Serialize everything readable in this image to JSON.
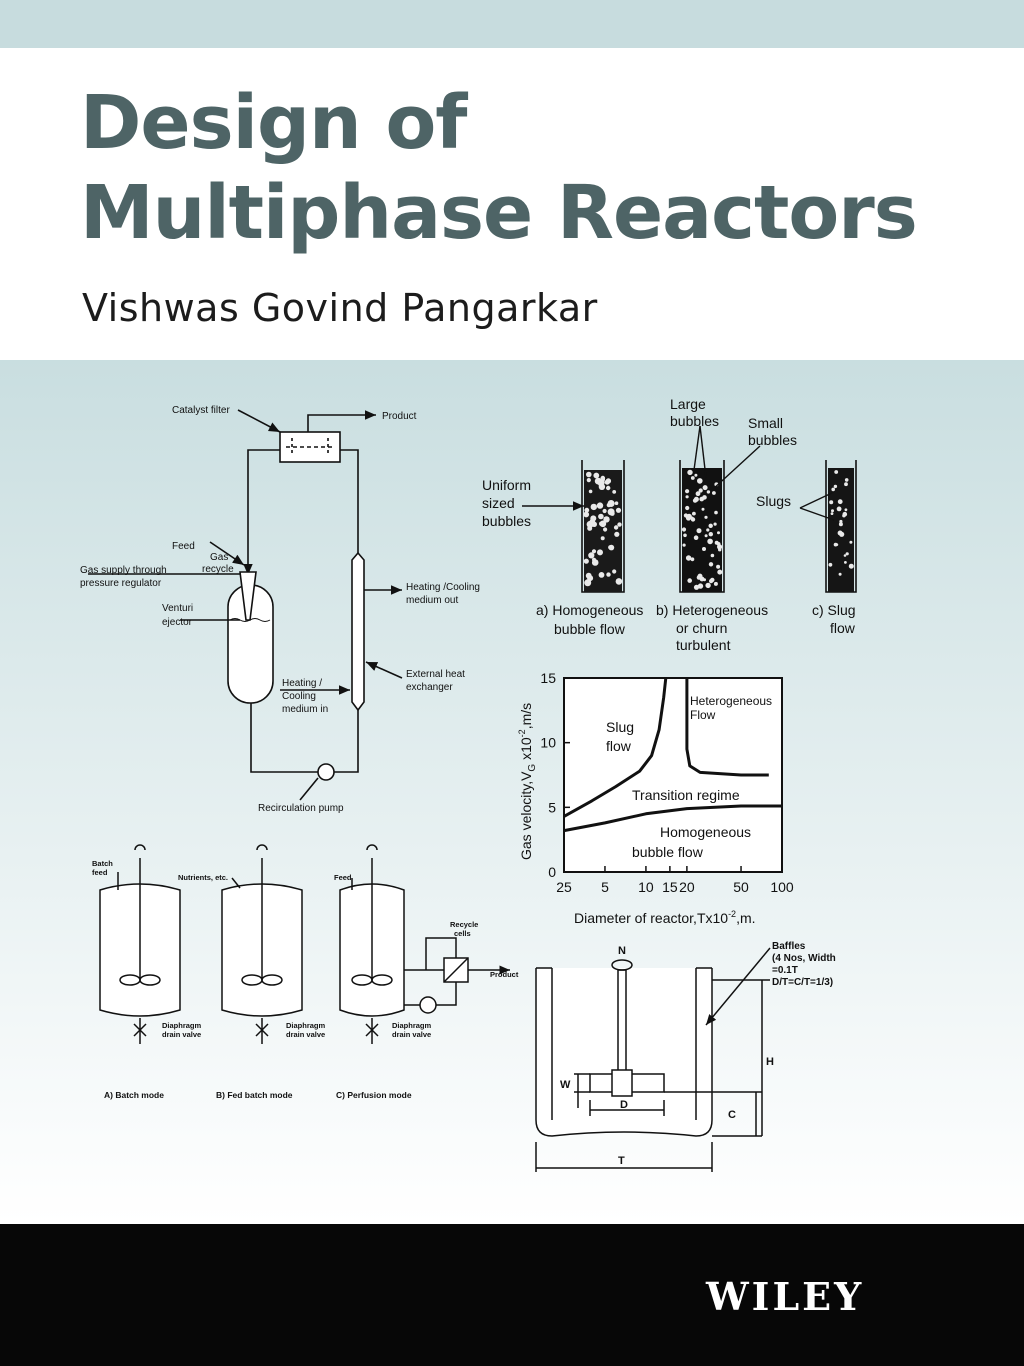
{
  "colors": {
    "band_top": "#c7dcde",
    "title_text": "#4e6466",
    "art_gradient_top": "#c9dee0",
    "art_gradient_bottom": "#ffffff",
    "bottom_band": "#070707"
  },
  "cover": {
    "title_line1": "Design of",
    "title_line2": "Multiphase Reactors",
    "author": "Vishwas Govind Pangarkar",
    "publisher": "WILEY"
  },
  "loop_reactor": {
    "catalyst_filter": "Catalyst filter",
    "product": "Product",
    "feed": "Feed",
    "gas_recycle_1": "Gas",
    "gas_recycle_2": "recycle",
    "gas_supply_1": "Gas supply through",
    "gas_supply_2": "pressure regulator",
    "venturi_1": "Venturi",
    "venturi_2": "ejector",
    "heating_out_1": "Heating /Cooling",
    "heating_out_2": "medium out",
    "heating_in_1": "Heating /",
    "heating_in_2": "Cooling",
    "heating_in_3": "medium in",
    "exchanger_1": "External heat",
    "exchanger_2": "exchanger",
    "pump": "Recirculation pump"
  },
  "flow_regimes": {
    "large_1": "Large",
    "large_2": "bubbles",
    "small_1": "Small",
    "small_2": "bubbles",
    "uniform_1": "Uniform",
    "uniform_2": "sized",
    "uniform_3": "bubbles",
    "slugs": "Slugs",
    "cap_a_1": "a) Homogeneous",
    "cap_a_2": "bubble flow",
    "cap_b_1": "b) Heterogeneous",
    "cap_b_2": "or churn",
    "cap_b_3": "turbulent",
    "cap_c_1": "c) Slug",
    "cap_c_2": "flow"
  },
  "chart_data": {
    "type": "line",
    "title": "",
    "xlabel": "Diameter of reactor,Tx10",
    "xlabel_exp": "-2",
    "xlabel_unit": ",m.",
    "ylabel": "Gas velocity,V",
    "ylabel_sub": "G",
    "ylabel_rest": " x10",
    "ylabel_exp": "-2",
    "ylabel_unit": ",m/s",
    "x_scale": "log",
    "xlim": [
      2.5,
      100
    ],
    "ylim": [
      0,
      15
    ],
    "x_ticks": [
      2.5,
      5,
      10,
      15,
      20,
      50,
      100
    ],
    "x_tick_labels": [
      "25",
      "5",
      "10",
      "15",
      "20",
      "50",
      "100"
    ],
    "y_ticks": [
      0,
      5,
      10,
      15
    ],
    "regions": [
      "Slug flow",
      "Heterogeneous Flow",
      "Transition regime",
      "Homogeneous bubble flow"
    ],
    "region_labels": {
      "slug_1": "Slug",
      "slug_2": "flow",
      "het_1": "Heterogeneous",
      "het_2": "Flow",
      "transition": "Transition regime",
      "homo_1": "Homogeneous",
      "homo_2": "bubble flow"
    },
    "series": [
      {
        "values": [
          [
            2.5,
            4.3
          ],
          [
            4,
            5.5
          ],
          [
            6,
            6.6
          ],
          [
            9,
            7.8
          ],
          [
            11,
            9
          ],
          [
            12.5,
            11
          ],
          [
            13.5,
            13.5
          ],
          [
            14,
            15
          ]
        ]
      },
      {
        "values": [
          [
            20,
            15
          ],
          [
            20,
            9.5
          ],
          [
            21,
            8.2
          ],
          [
            25,
            7.7
          ],
          [
            50,
            7.5
          ],
          [
            80,
            7.5
          ]
        ]
      },
      {
        "values": [
          [
            2.5,
            3.2
          ],
          [
            5,
            3.8
          ],
          [
            10,
            4.5
          ],
          [
            20,
            4.9
          ],
          [
            50,
            5.1
          ],
          [
            100,
            5.1
          ]
        ]
      }
    ]
  },
  "bioreactors": {
    "batch_feed_1": "Batch",
    "batch_feed_2": "feed",
    "nutrients": "Nutrients, etc.",
    "feed": "Feed",
    "recycle_1": "Recycle",
    "recycle_2": "cells",
    "product": "Product",
    "valve_1": "Diaphragm",
    "valve_2": "drain valve",
    "mode_a": "A) Batch mode",
    "mode_b": "B) Fed batch mode",
    "mode_c": "C) Perfusion mode"
  },
  "stirred_tank": {
    "n": "N",
    "baffles_1": "Baffles",
    "baffles_2": "(4 Nos, Width",
    "baffles_3": "=0.1T",
    "baffles_4": "D/T=C/T=1/3)",
    "h": "H",
    "w": "W",
    "d": "D",
    "c": "C",
    "t": "T"
  }
}
